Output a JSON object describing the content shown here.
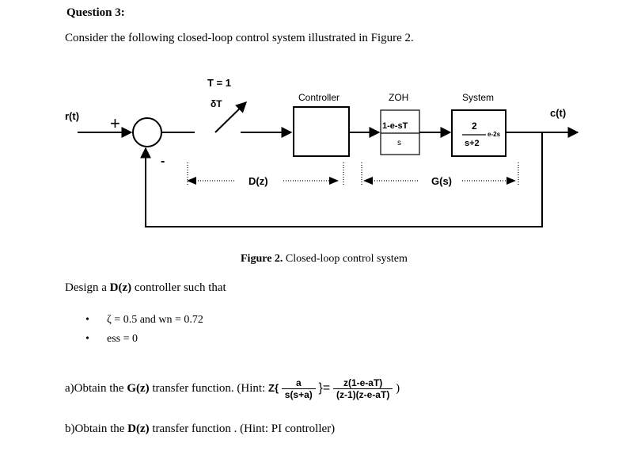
{
  "question": {
    "title": "Question 3:",
    "intro": "Consider the following closed-loop control system illustrated in Figure 2."
  },
  "diagram": {
    "input_label": "r(t)",
    "output_label": "c(t)",
    "plus_sign": "+",
    "minus_sign": "-",
    "sampler_period": "T = 1",
    "sampler_symbol": "δT",
    "controller_label": "Controller",
    "zoh_label": "ZOH",
    "zoh_num": "1-e-sT",
    "zoh_den": "s",
    "system_label": "System",
    "system_num": "2",
    "system_den": "s+2",
    "system_delay": "e-2s",
    "dz_label": "D(z)",
    "gs_label": "G(s)",
    "caption_bold": "Figure 2.",
    "caption_text": "Closed-loop control system"
  },
  "design": {
    "lead": "Design a",
    "dz": "D(z)",
    "trail": "controller such that",
    "spec1": "ζ = 0.5 and wn = 0.72",
    "spec2": "ess = 0"
  },
  "part_a": {
    "text": "a)Obtain the",
    "gz": "G(z)",
    "text2": "transfer function. (Hint:",
    "hint_num": "a",
    "hint_den": "s(s+a)",
    "rhs_num": "z(1-e-aT)",
    "rhs_den": "(z-1)(z-e-aT)",
    "close": ")"
  },
  "part_b": {
    "text": "b)Obtain the",
    "dz": "D(z)",
    "text2": "transfer function . (Hint: PI controller)"
  }
}
